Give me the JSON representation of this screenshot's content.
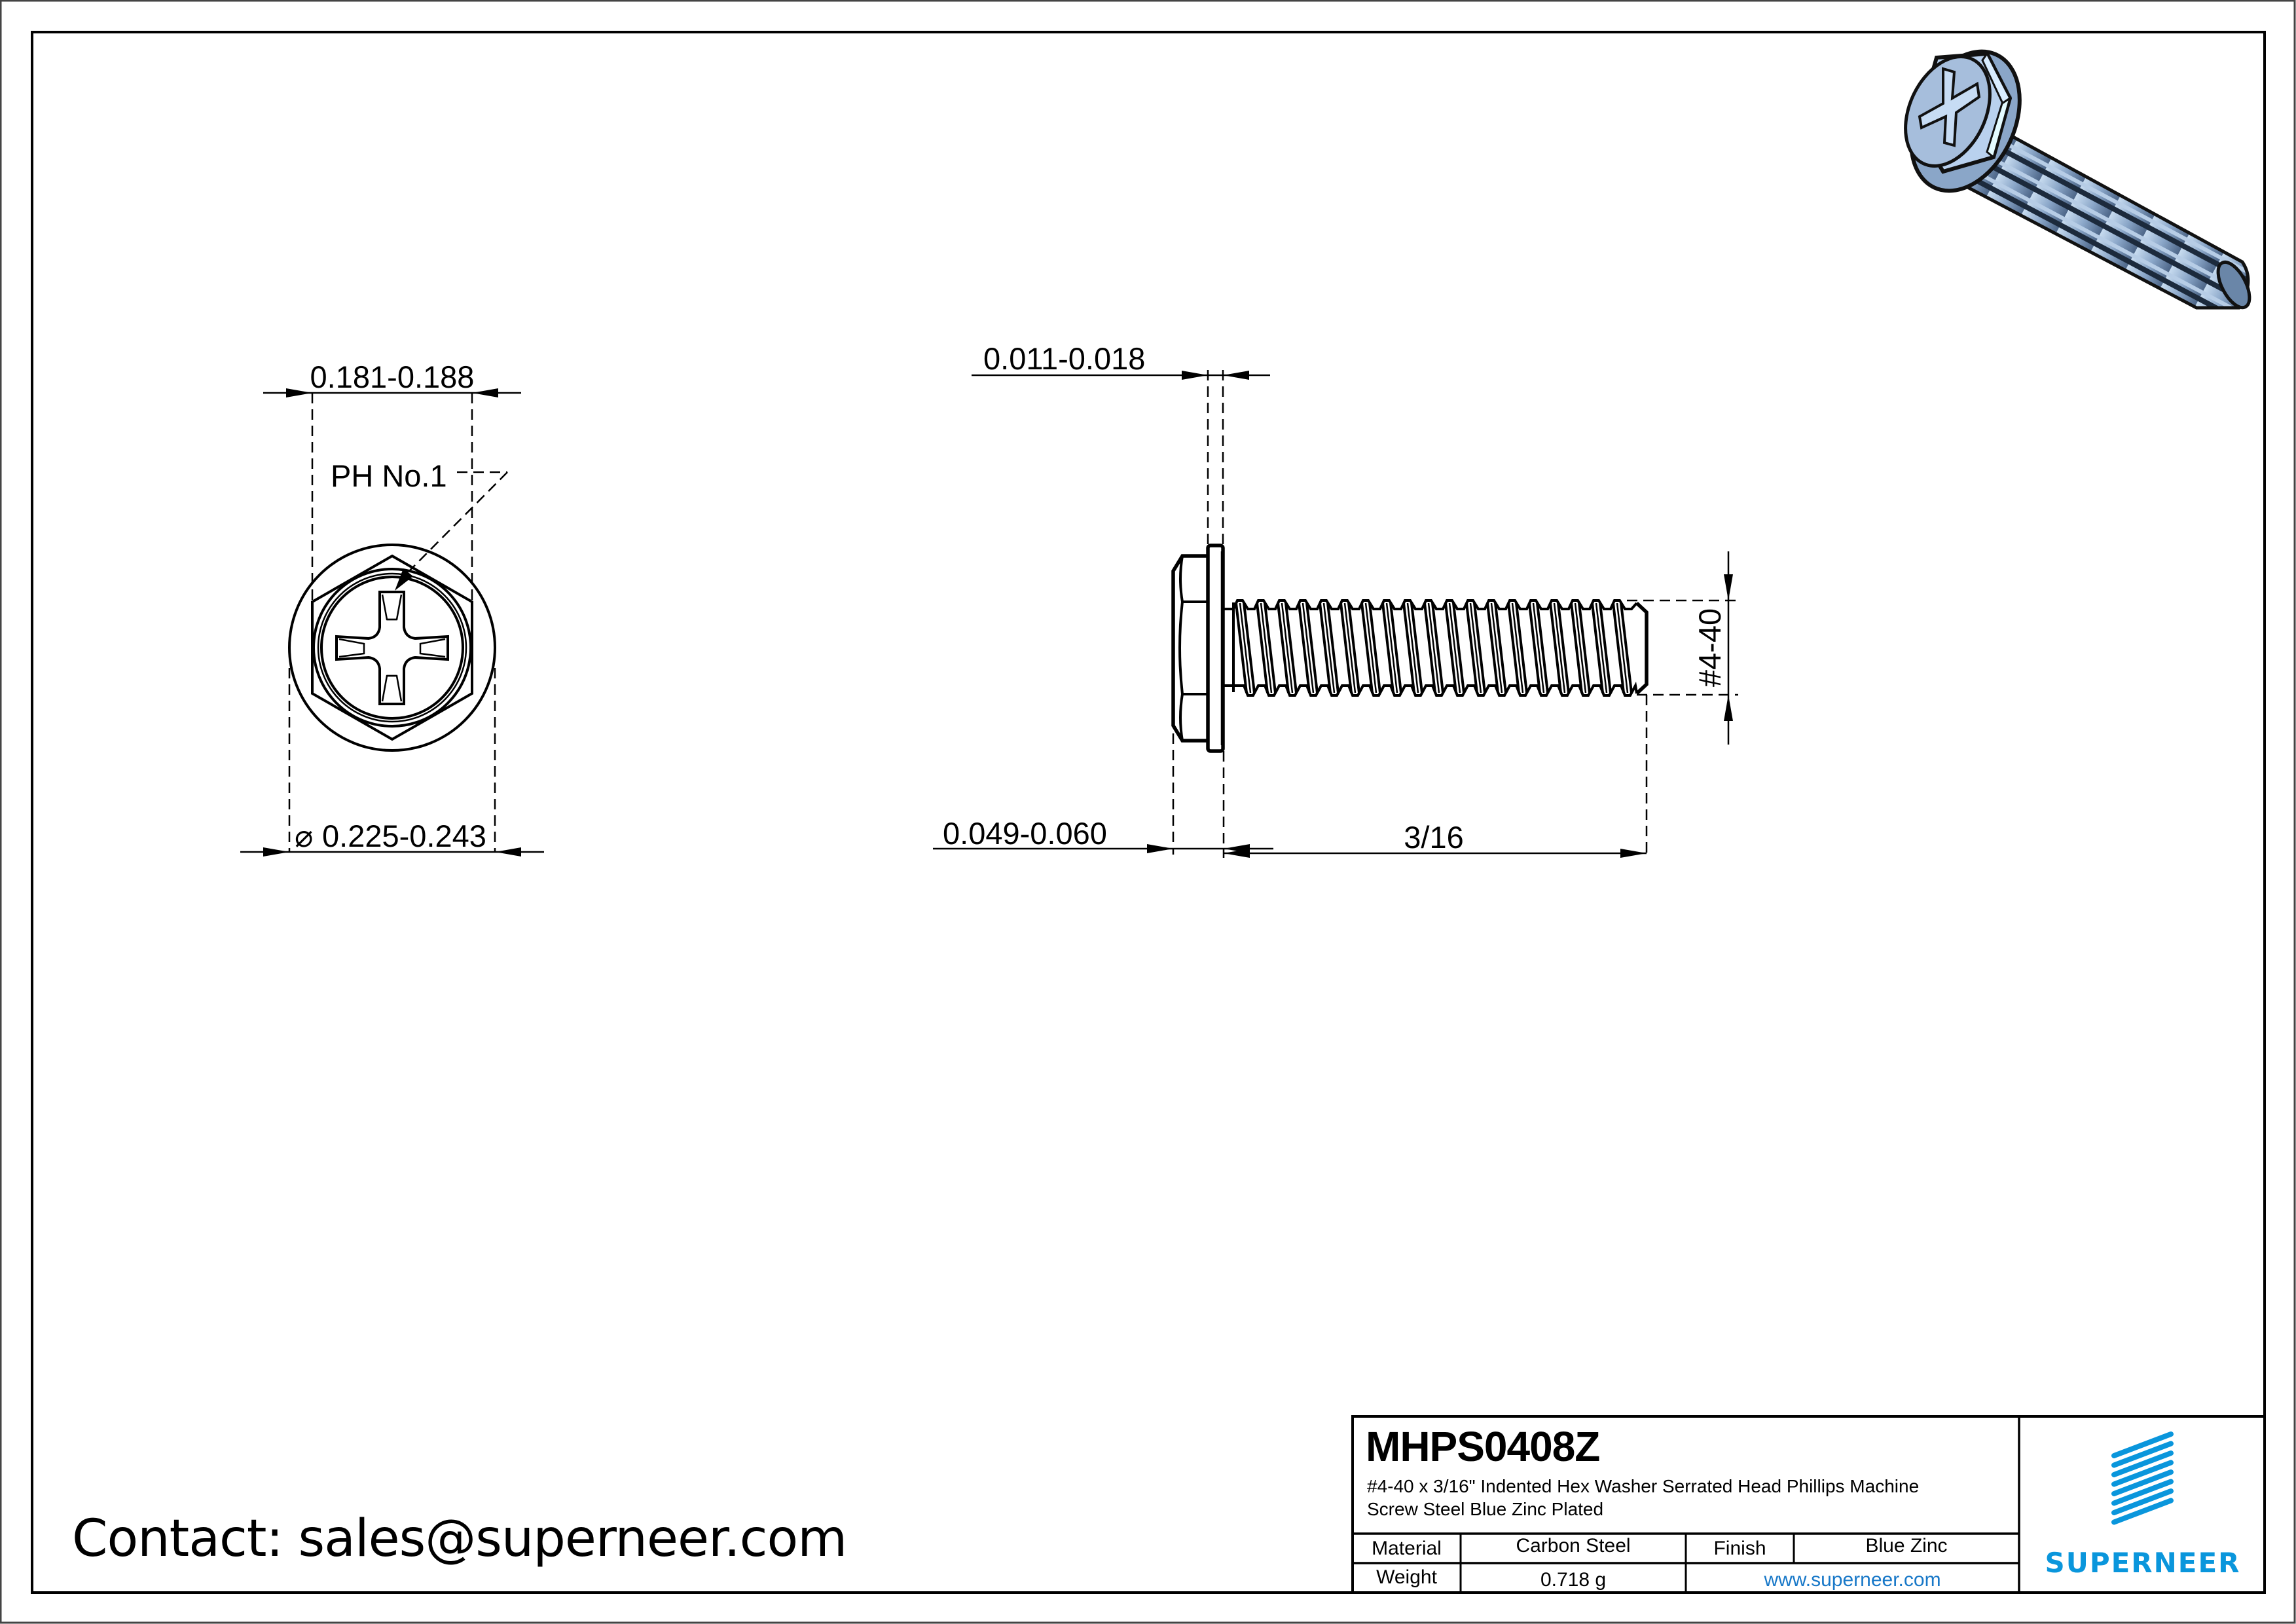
{
  "drawing": {
    "part_number": "MHPS0408Z",
    "description_line1": "#4-40 x 3/16\" Indented Hex Washer Serrated Head Phillips Machine",
    "description_line2": "Screw Steel Blue Zinc Plated",
    "table": {
      "material_label": "Material",
      "material_value": "Carbon Steel",
      "finish_label": "Finish",
      "finish_value": "Blue Zinc",
      "weight_label": "Weight",
      "weight_value": "0.718 g",
      "website": "www.superneer.com"
    },
    "logo": {
      "text": "SUPERNEER",
      "color": "#0a96dc"
    },
    "contact": "Contact: sales@superneer.com"
  },
  "front_view": {
    "dim_top": "0.181-0.188",
    "drive_callout": "PH No.1",
    "dim_bottom_symbol": "⌀",
    "dim_bottom": "0.225-0.243"
  },
  "side_view": {
    "dim_washer_thickness": "0.011-0.018",
    "dim_head_height": "0.049-0.060",
    "dim_length": "3/16",
    "dim_thread": "#4-40"
  },
  "colors": {
    "line": "#000000",
    "background": "#ffffff",
    "brand_blue": "#0a96dc",
    "link_blue": "#1878c8",
    "iso_screw_blue": "#9fb8d6"
  }
}
